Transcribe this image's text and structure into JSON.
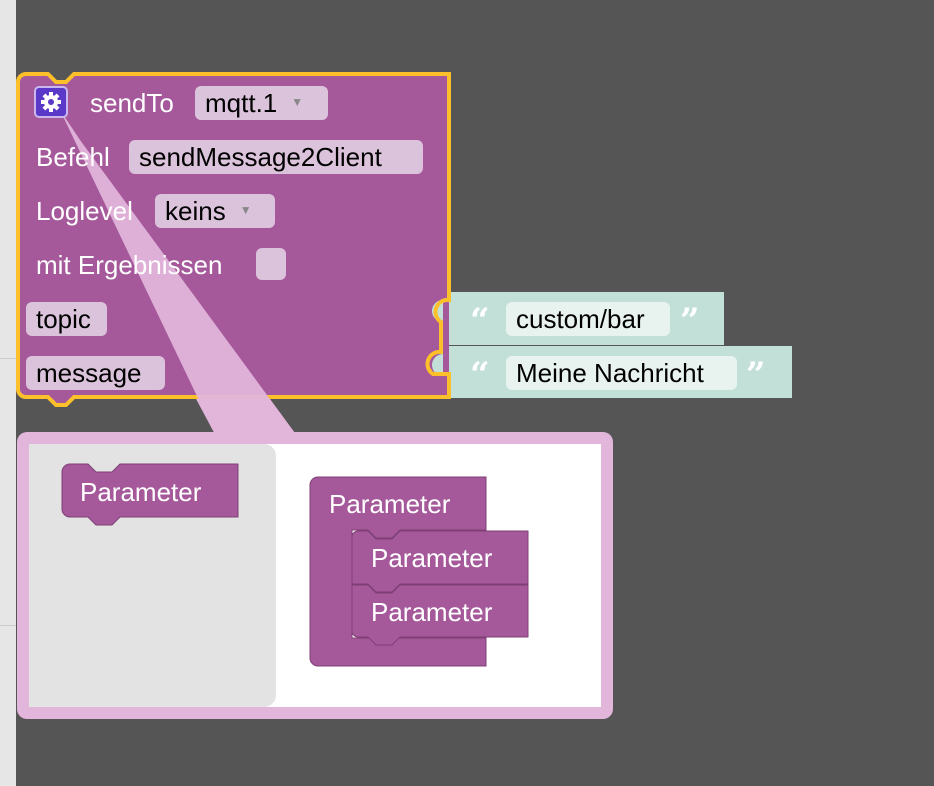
{
  "block": {
    "title": "sendTo",
    "instance": "mqtt.1",
    "command_label": "Befehl",
    "command_value": "sendMessage2Client",
    "loglevel_label": "Loglevel",
    "loglevel_value": "keins",
    "with_results_label": "mit Ergebnissen",
    "topic_label": "topic",
    "message_label": "message"
  },
  "inputs": {
    "topic_value": "custom/bar",
    "message_value": "Meine Nachricht",
    "open_quote": "“",
    "close_quote": "”"
  },
  "mutator": {
    "flyout_block": "Parameter",
    "container_block": "Parameter",
    "item_1": "Parameter",
    "item_2": "Parameter"
  },
  "colors": {
    "workspace": "#555555",
    "block": "#a5599b",
    "selection": "#fcc02a",
    "text_block": "#c3e0d8",
    "bubble": "#e2b5da",
    "gear": "#5a38c8"
  },
  "icons": [
    "gear-icon",
    "dropdown-arrow-icon"
  ]
}
